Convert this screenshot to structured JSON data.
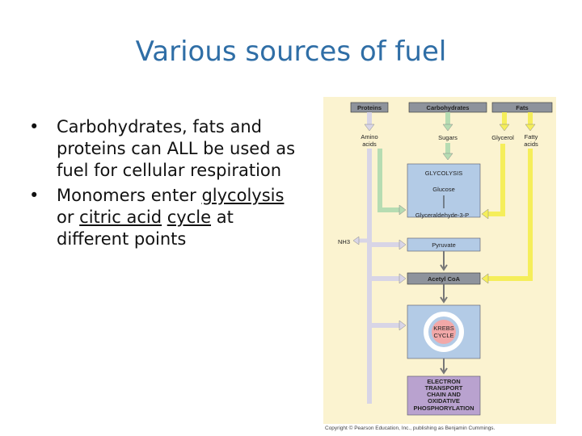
{
  "title": "Various sources of fuel",
  "bullets": {
    "b1": "Carbohydrates, fats and proteins can ALL be used as fuel for cellular respiration",
    "b2_pre": "Monomers enter ",
    "b2_link1": "glycolysis",
    "b2_mid": " or ",
    "b2_link2": "citric acid",
    "b2_space": " ",
    "b2_link3": "cycle",
    "b2_post": " at different points"
  },
  "diagram": {
    "headers": {
      "proteins": "Proteins",
      "carbohydrates": "Carbohydrates",
      "fats": "Fats"
    },
    "labels": {
      "amino": "Amino",
      "acids": "acids",
      "sugars": "Sugars",
      "glycerol": "Glycerol",
      "fatty": "Fatty",
      "fatty_acids": "acids",
      "nh3": "NH3",
      "glycolysis": "GLYCOLYSIS",
      "glucose": "Glucose",
      "g3p": "Glyceraldehyde-3-P",
      "pyruvate": "Pyruvate",
      "acetyl": "Acetyl CoA",
      "krebs1": "KREBS",
      "krebs2": "CYCLE",
      "etc1": "ELECTRON",
      "etc2": "TRANSPORT",
      "etc3": "CHAIN AND",
      "etc4": "OXIDATIVE",
      "etc5": "PHOSPHORYLATION"
    },
    "colors": {
      "background": "#fbf3d0",
      "protein_arrow": "#d8d5e6",
      "carb_arrow": "#b6dcb2",
      "fat_arrow": "#f5ee5a",
      "main_box": "#8e939c",
      "pathway_box": "#b3cbe6",
      "etc_box": "#b9a2cf"
    }
  },
  "copyright": "Copyright © Pearson Education, Inc., publishing as Benjamin Cummings."
}
